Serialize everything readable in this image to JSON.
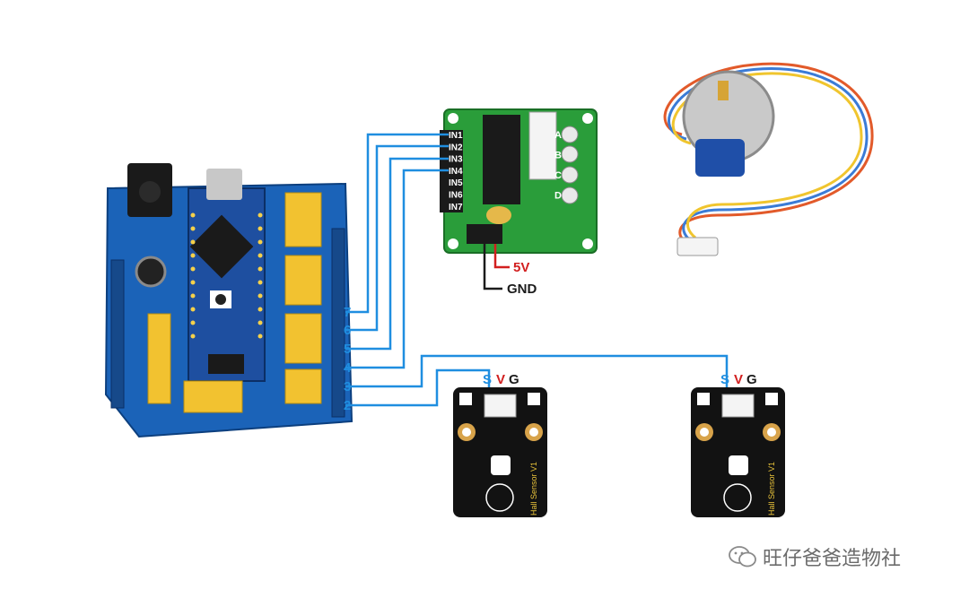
{
  "driver": {
    "inputs": [
      "IN1",
      "IN2",
      "IN3",
      "IN4",
      "IN5",
      "IN6",
      "IN7"
    ],
    "outputs": [
      "A",
      "B",
      "C",
      "D"
    ],
    "power_labels": [
      "5V",
      "GND"
    ]
  },
  "arduino_pins": [
    "7",
    "6",
    "5",
    "4",
    "3",
    "2"
  ],
  "sensors": [
    {
      "pins": [
        "S",
        "V",
        "G"
      ],
      "name": "Hall Sensor V1"
    },
    {
      "pins": [
        "S",
        "V",
        "G"
      ],
      "name": "Hall Sensor V1"
    }
  ],
  "watermark": "旺仔爸爸造物社",
  "colors": {
    "wire_blue": "#1f8ee0",
    "wire_red": "#d21f1f",
    "wire_black": "#1b1b1b",
    "board_blue": "#1a5fb4",
    "driver_green": "#2a9d3a",
    "header_yellow": "#f2c230"
  }
}
